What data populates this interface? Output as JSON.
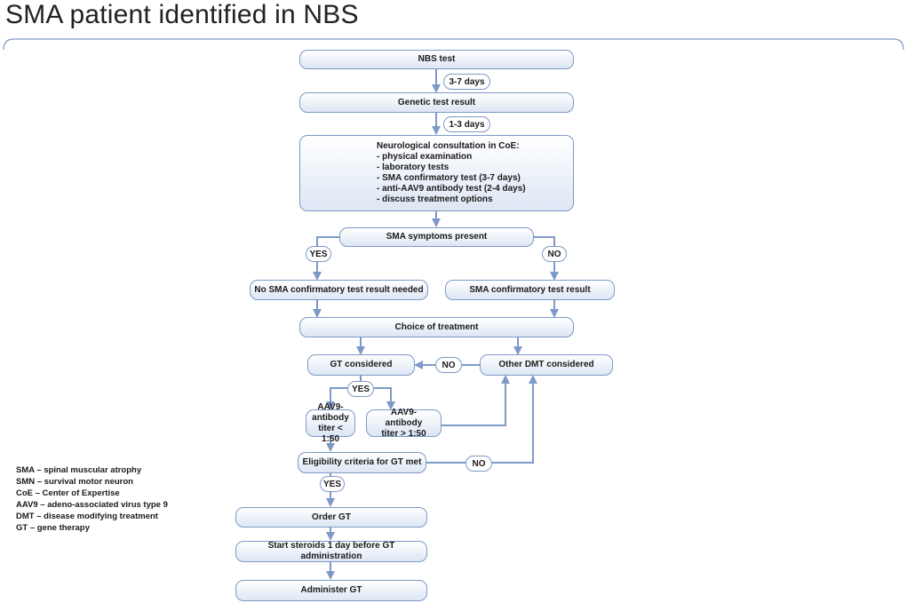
{
  "title": "SMA patient identified in NBS",
  "nodes": {
    "nbs_test": "NBS test",
    "genetic_result": "Genetic test result",
    "consult_title": "Neurological consultation in CoE:",
    "consult_items": [
      "- physical examination",
      "- laboratory tests",
      "- SMA confirmatory test (3-7 days)",
      "- anti-AAV9 antibody test (2-4 days)",
      "- discuss treatment options"
    ],
    "symptoms": "SMA symptoms present",
    "no_confirm": "No SMA confirmatory test result needed",
    "confirm": "SMA confirmatory test result",
    "choice": "Choice of treatment",
    "gt_considered": "GT considered",
    "other_dmt": "Other DMT considered",
    "titer_low": "AAV9-antibody titer < 1:50",
    "titer_high": "AAV9-antibody titer > 1:50",
    "eligibility": "Eligibility criteria for GT met",
    "order_gt": "Order GT",
    "steroids": "Start steroids 1 day before GT administration",
    "administer": "Administer GT"
  },
  "labels": {
    "days_3_7": "3-7 days",
    "days_1_3": "1-3 days",
    "yes": "YES",
    "no": "NO"
  },
  "legend": [
    "SMA – spinal muscular atrophy",
    "SMN – survival motor neuron",
    "CoE – Center of Expertise",
    "AAV9 – adeno-associated virus type 9",
    "DMT – disease modifying treatment",
    "GT – gene therapy"
  ],
  "colors": {
    "border": "#7d9ac6",
    "arrow": "#7d9ac6",
    "fill_bottom": "#dde6f4"
  }
}
